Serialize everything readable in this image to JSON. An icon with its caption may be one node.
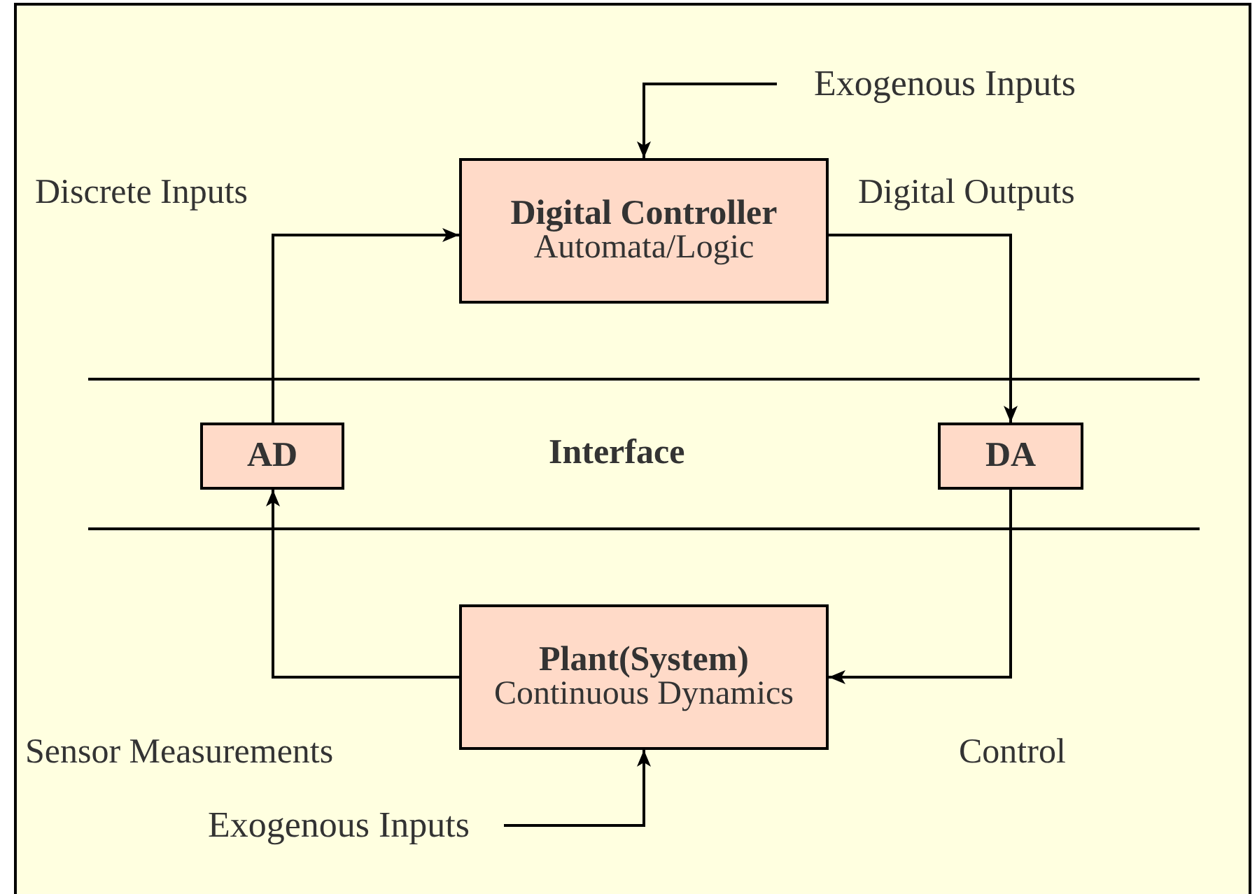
{
  "diagram": {
    "nodes": [
      {
        "text": [
          "Exogenous Inputs"
        ]
      },
      {
        "text": [
          "Digital Controller",
          "Automata/Logic"
        ]
      },
      {
        "text": [
          "AD"
        ]
      },
      {
        "text": [
          "DA"
        ]
      },
      {
        "text": [
          "Plant(System)",
          "Continuous Dynamics"
        ]
      },
      {
        "text": [
          "Exogenous Inputs"
        ]
      }
    ],
    "edges": [
      {
        "from": 0,
        "to": 1,
        "arrow": "to"
      },
      {
        "from": 2,
        "to": 1,
        "arrow": "to",
        "label": "Discrete Inputs"
      },
      {
        "from": 1,
        "to": 3,
        "arrow": "to",
        "label": "Digital Outputs"
      },
      {
        "from": 4,
        "to": 2,
        "arrow": "to",
        "label": "Sensor Measurements"
      },
      {
        "from": 3,
        "to": 4,
        "arrow": "to",
        "label": "Control"
      },
      {
        "from": 5,
        "to": 4,
        "arrow": "to"
      }
    ],
    "labels": [
      "Interface"
    ]
  }
}
